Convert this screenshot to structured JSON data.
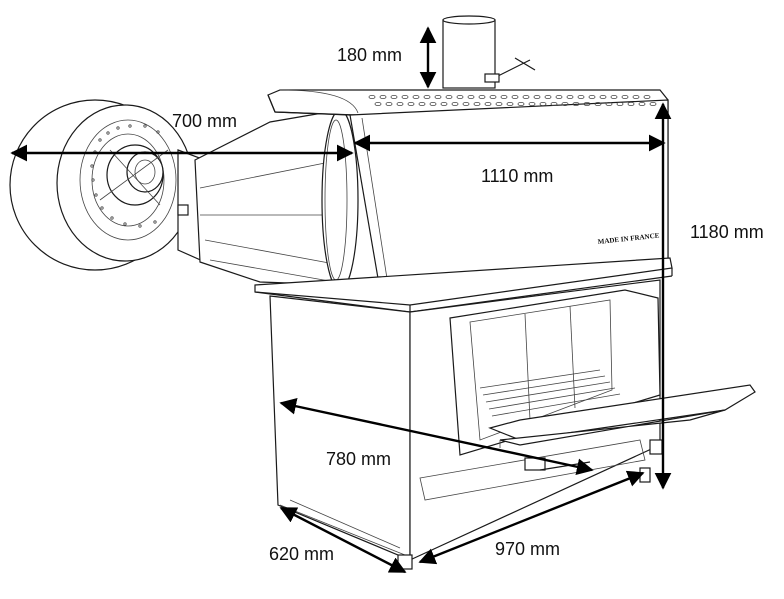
{
  "dimensions": {
    "chimney_height": "180 mm",
    "blower_width": "700 mm",
    "hood_width": "1110 mm",
    "total_height": "1180 mm",
    "diagonal_depth": "780 mm",
    "side_depth": "620 mm",
    "front_width": "970 mm"
  },
  "stamp_text": "MADE IN FRANCE"
}
